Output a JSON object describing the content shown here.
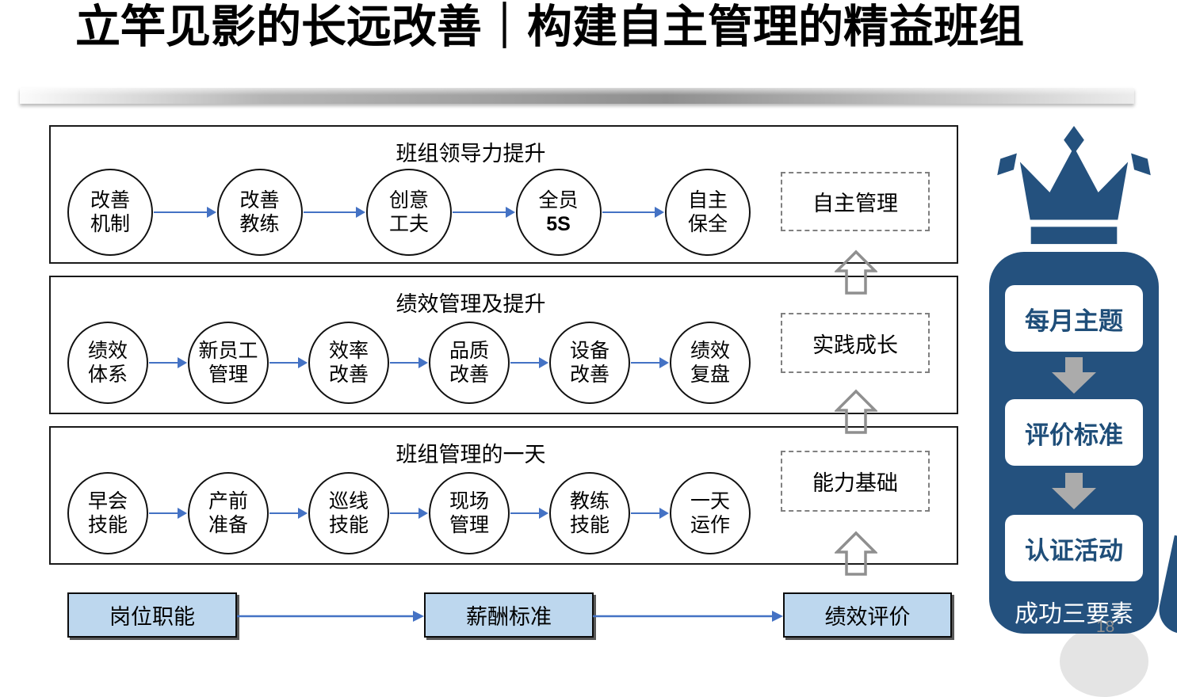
{
  "title": "立竿见影的长远改善｜构建自主管理的精益班组",
  "page_number": "18",
  "sections": [
    {
      "title": "班组领导力提升",
      "outcome": "自主管理",
      "circles": [
        {
          "l1": "改善",
          "l2": "机制"
        },
        {
          "l1": "改善",
          "l2": "教练"
        },
        {
          "l1": "创意",
          "l2": "工夫"
        },
        {
          "l1": "全员",
          "l2": "5S",
          "bold2": true
        },
        {
          "l1": "自主",
          "l2": "保全"
        }
      ]
    },
    {
      "title": "绩效管理及提升",
      "outcome": "实践成长",
      "circles": [
        {
          "l1": "绩效",
          "l2": "体系"
        },
        {
          "l1": "新员工",
          "l2": "管理"
        },
        {
          "l1": "效率",
          "l2": "改善"
        },
        {
          "l1": "品质",
          "l2": "改善"
        },
        {
          "l1": "设备",
          "l2": "改善"
        },
        {
          "l1": "绩效",
          "l2": "复盘"
        }
      ]
    },
    {
      "title": "班组管理的一天",
      "outcome": "能力基础",
      "circles": [
        {
          "l1": "早会",
          "l2": "技能"
        },
        {
          "l1": "产前",
          "l2": "准备"
        },
        {
          "l1": "巡线",
          "l2": "技能"
        },
        {
          "l1": "现场",
          "l2": "管理"
        },
        {
          "l1": "教练",
          "l2": "技能"
        },
        {
          "l1": "一天",
          "l2": "运作"
        }
      ]
    }
  ],
  "foundation": [
    "岗位职能",
    "薪酬标准",
    "绩效评价"
  ],
  "pillar": {
    "items": [
      "每月主题",
      "评价标准",
      "认证活动"
    ],
    "caption": "成功三要素"
  },
  "colors": {
    "dark_blue": "#24517E",
    "arrow_blue": "#4472C4",
    "light_blue": "#BDD7EE",
    "gray": "#A6A6A6"
  }
}
